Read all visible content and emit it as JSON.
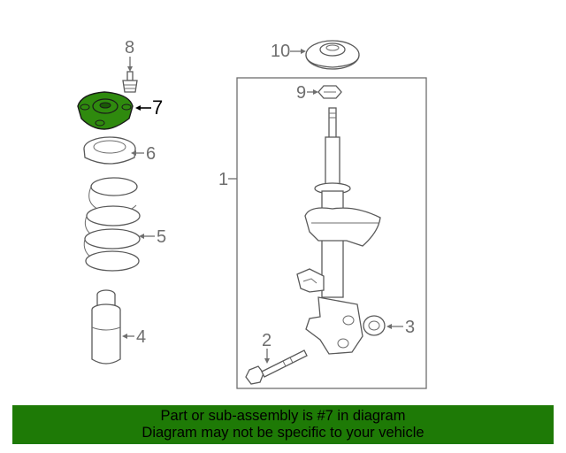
{
  "labels": {
    "p1": "1",
    "p2": "2",
    "p3": "3",
    "p4": "4",
    "p5": "5",
    "p6": "6",
    "p7": "7",
    "p8": "8",
    "p9": "9",
    "p10": "10"
  },
  "banner": {
    "line1": "Part or sub-assembly is #7 in diagram",
    "line2": "Diagram may not be specific to your vehicle"
  },
  "colors": {
    "banner_bg": "#1e7a06",
    "highlight_part": "#2f8a0e",
    "line": "#6e6e6e"
  }
}
